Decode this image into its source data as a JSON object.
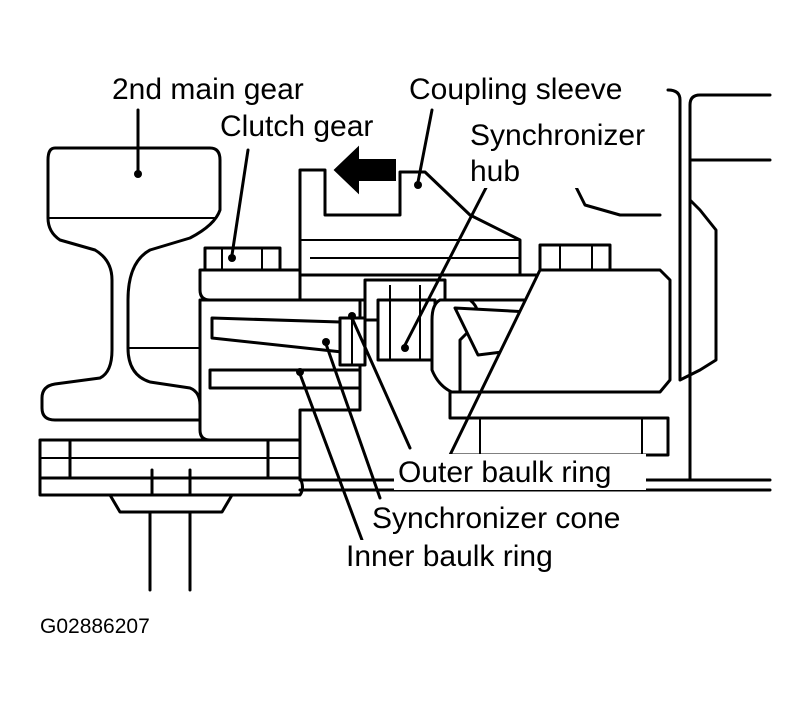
{
  "labels": {
    "second_main_gear": "2nd main gear",
    "clutch_gear": "Clutch gear",
    "coupling_sleeve": "Coupling sleeve",
    "synchronizer_hub_line1": "Synchronizer",
    "synchronizer_hub_line2": "hub",
    "outer_baulk_ring": "Outer baulk ring",
    "synchronizer_cone": "Synchronizer cone",
    "inner_baulk_ring": "Inner baulk ring"
  },
  "figure_code": "G02886207",
  "icons": {
    "direction_arrow": "arrow-left-icon"
  },
  "colors": {
    "ink": "#000000",
    "paper": "#ffffff"
  }
}
